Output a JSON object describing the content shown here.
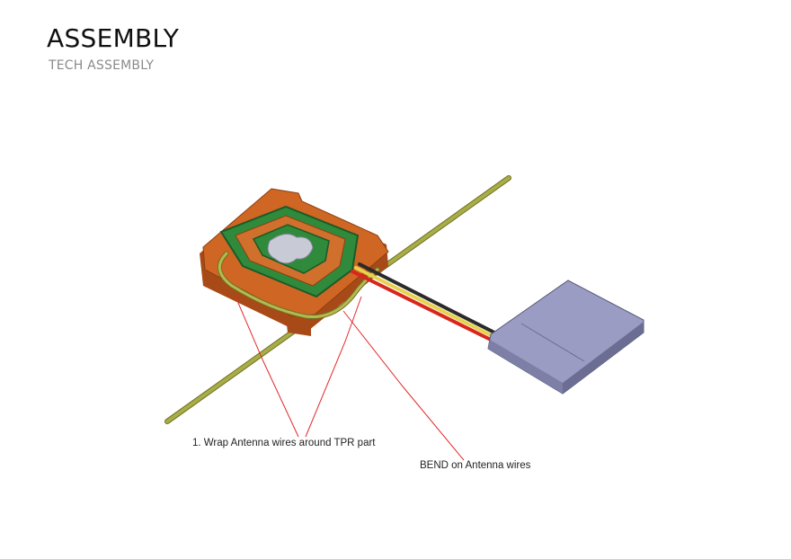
{
  "header": {
    "title": "ASSEMBLY",
    "subtitle": "TECH ASSEMBLY"
  },
  "callouts": {
    "wrap": "1. Wrap Antenna wires around TPR part",
    "bend": "BEND on Antenna wires"
  },
  "colors": {
    "tpr_housing": "#c9601f",
    "coil_ring": "#2f8a3c",
    "wire_antenna": "#9ea23e",
    "wire_red": "#d8261f",
    "wire_yellow": "#e7d34b",
    "wire_black": "#2a2a2a",
    "module": "#9a9cc4",
    "leader_line": "#e32b2b"
  }
}
